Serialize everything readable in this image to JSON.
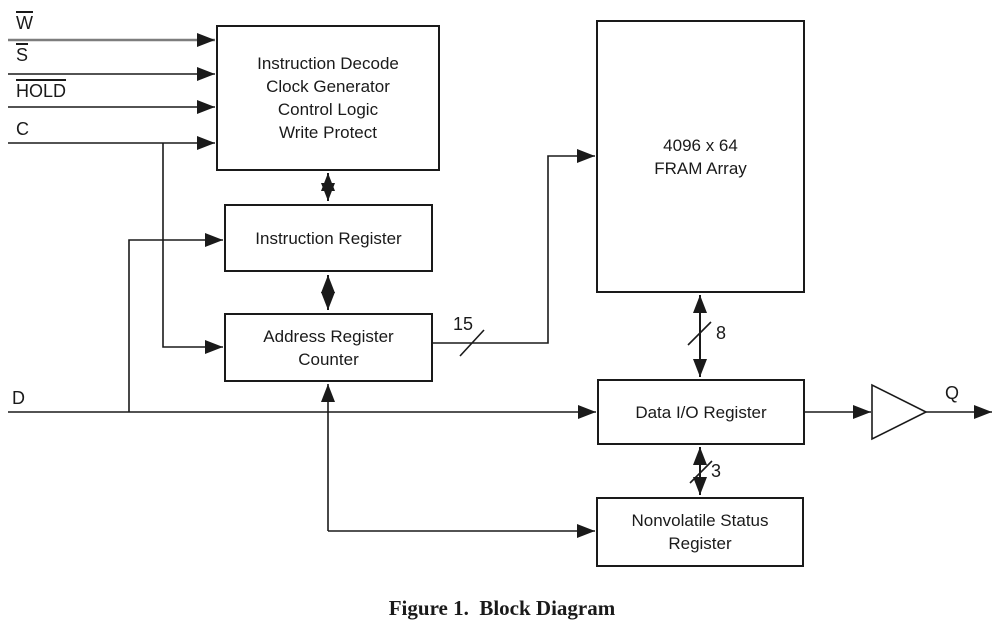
{
  "diagram": {
    "inputs": {
      "w": "W",
      "s": "S",
      "hold": "HOLD",
      "c": "C",
      "d": "D"
    },
    "output": {
      "q": "Q"
    },
    "blocks": {
      "decode": "Instruction Decode\nClock Generator\nControl Logic\nWrite Protect",
      "instruction_register": "Instruction Register",
      "address_register_counter": "Address Register\nCounter",
      "fram_array": "4096 x 64\nFRAM Array",
      "data_io_register": "Data I/O Register",
      "nonvolatile_status_register": "Nonvolatile Status\nRegister"
    },
    "bus_widths": {
      "address_bus": "15",
      "data_bus": "8",
      "status_bus": "3"
    },
    "caption": "Figure 1.  Block Diagram",
    "colors": {
      "line": "#1a1a1a",
      "w_line_gray": "#7d7d7d",
      "background": "#ffffff"
    }
  }
}
